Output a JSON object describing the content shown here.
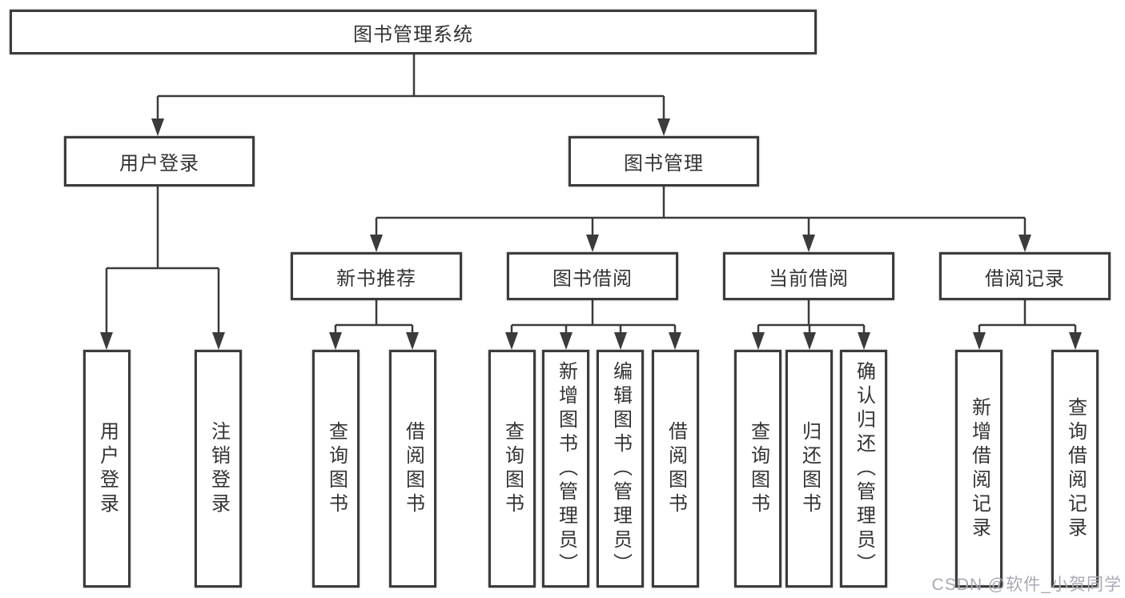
{
  "diagram_title": "图书管理系统",
  "watermark": "CSDN @软件_小贺同学",
  "colors": {
    "line": "#3b3b3b",
    "box_border": "#3c3c3c",
    "box_background": "#ffffff",
    "text": "#333333",
    "watermark": "#a9a9b4",
    "background": "#ffffff"
  },
  "tree": {
    "root": {
      "label": "图书管理系统"
    },
    "branches": [
      {
        "label": "用户登录",
        "children": [
          {
            "label": "用户登录"
          },
          {
            "label": "注销登录"
          }
        ]
      },
      {
        "label": "图书管理",
        "children": [
          {
            "label": "新书推荐",
            "children": [
              {
                "label": "查询图书"
              },
              {
                "label": "借阅图书"
              }
            ]
          },
          {
            "label": "图书借阅",
            "children": [
              {
                "label": "查询图书"
              },
              {
                "label": "新增图书（管理员）"
              },
              {
                "label": "编辑图书（管理员）"
              },
              {
                "label": "借阅图书"
              }
            ]
          },
          {
            "label": "当前借阅",
            "children": [
              {
                "label": "查询图书"
              },
              {
                "label": "归还图书"
              },
              {
                "label": "确认归还（管理员）"
              }
            ]
          },
          {
            "label": "借阅记录",
            "children": [
              {
                "label": "新增借阅记录"
              },
              {
                "label": "查询借阅记录"
              }
            ]
          }
        ]
      }
    ]
  }
}
